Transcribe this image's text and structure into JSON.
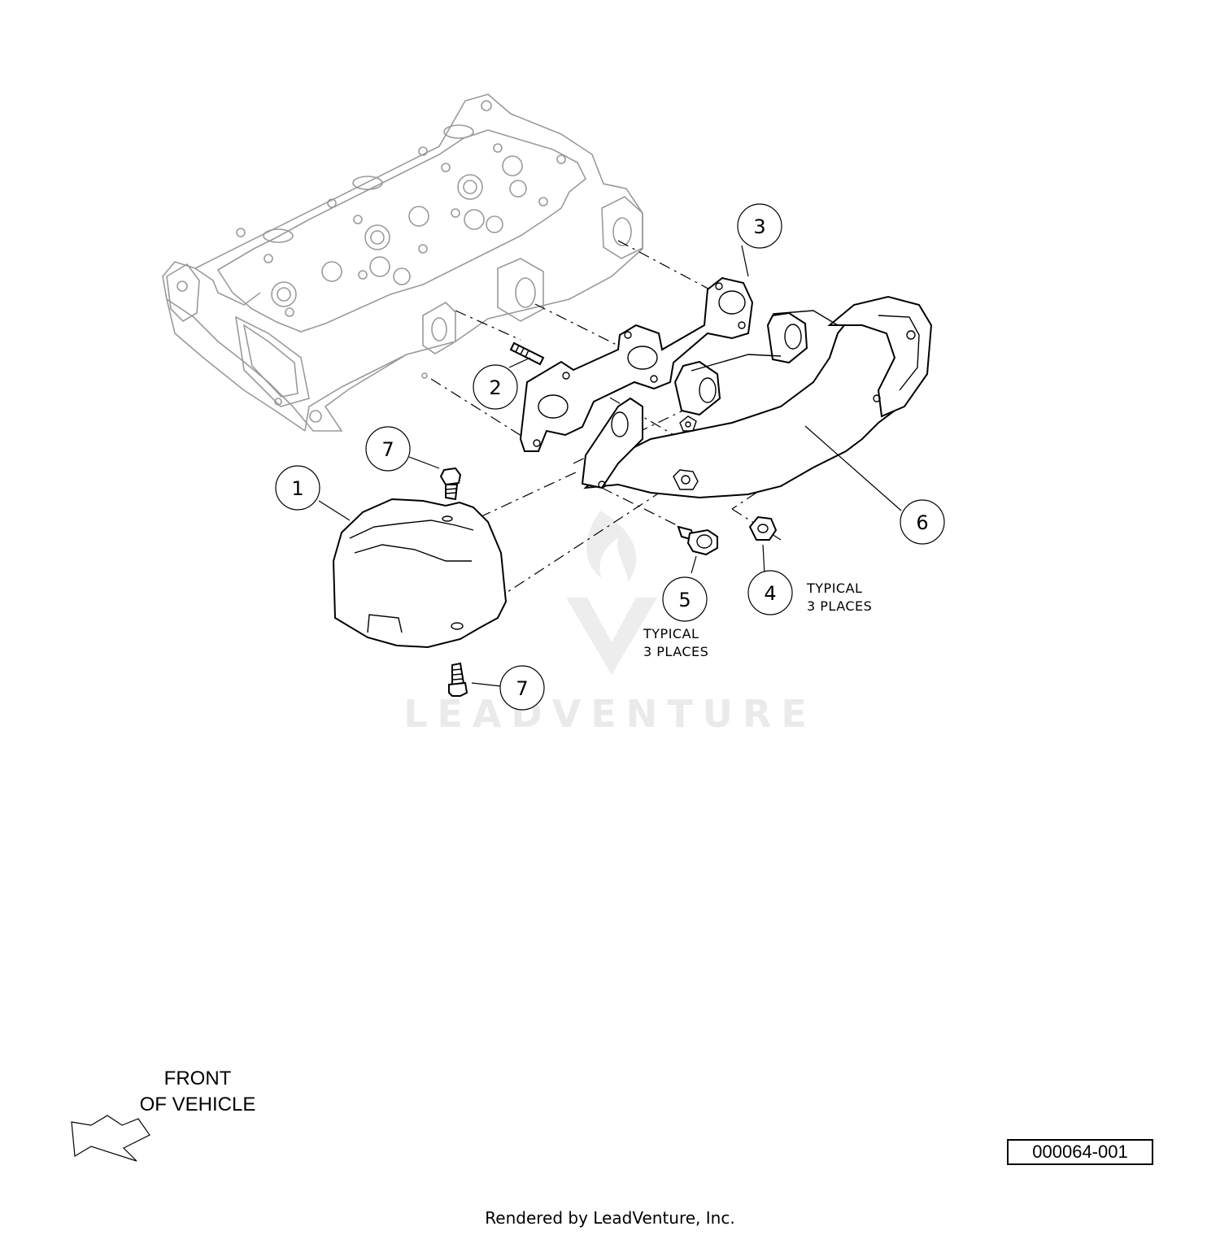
{
  "callouts": {
    "c1": "1",
    "c2": "2",
    "c3": "3",
    "c4": "4",
    "c5": "5",
    "c6": "6",
    "c7a": "7",
    "c7b": "7"
  },
  "notes": {
    "n5_line1": "TYPICAL",
    "n5_line2": "3  PLACES",
    "n4_line1": "TYPICAL",
    "n4_line2": "3  PLACES"
  },
  "orientation": {
    "line1": "FRONT",
    "line2": "OF VEHICLE"
  },
  "watermark": "LEADVENTURE",
  "ref_number": "000064-001",
  "footer": "Rendered by LeadVenture, Inc."
}
